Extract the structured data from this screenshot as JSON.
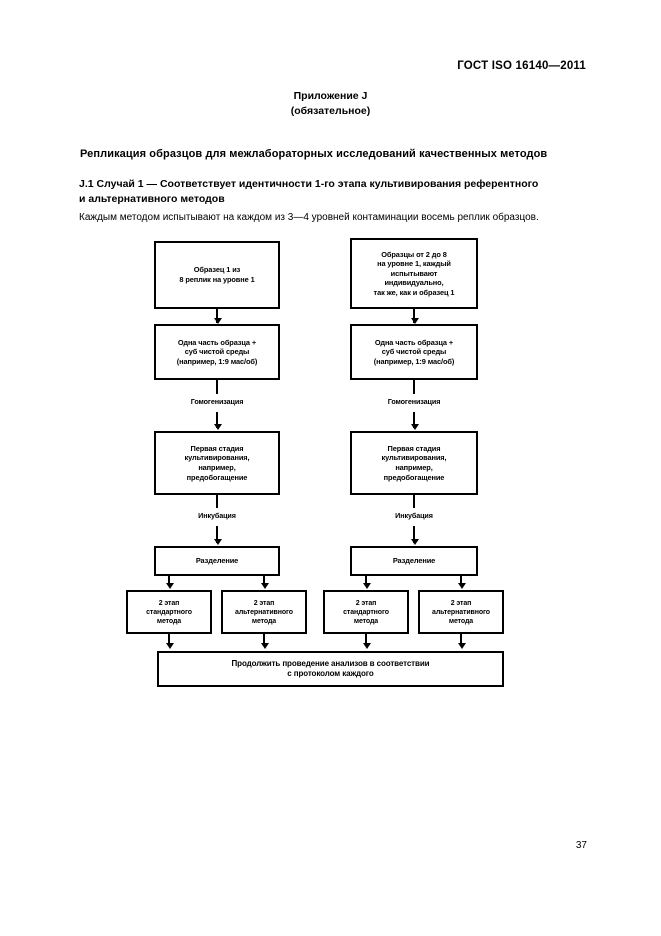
{
  "header": {
    "standard": "ГОСТ ISO 16140—2011"
  },
  "annex": {
    "title": "Приложение J",
    "subtitle": "(обязательное)"
  },
  "main_heading": "Репликация образцов для межлабораторных исследований качественных методов",
  "clause": {
    "line1": "J.1  Случай 1 — Соответствует идентичности 1-го этапа культивирования референтного",
    "line2": "и альтернативного методов"
  },
  "intro": "Каждым методом испытывают на каждом из 3—4  уровней контаминации восемь реплик образцов.",
  "flowchart": {
    "left": {
      "sample": "Образец 1 из\n8 реплик на уровне 1",
      "dilution": "Одна часть образца +\nсуб чистой среды\n(например, 1:9 мас/об)",
      "label_homogenization": "Гомогенизация",
      "culture": "Первая стадия\nкультивирования,\nнапример,\nпредобогащение",
      "label_incubation": "Инкубация",
      "split": "Разделение",
      "branch_standard": "2 этап\nстандартного\nметода",
      "branch_alternative": "2 этап\nальтернативного\nметода"
    },
    "right": {
      "sample": "Образцы от 2 до 8\nна уровне 1, каждый\nиспытывают\nиндивидуально,\nтак же, как и образец 1",
      "dilution": "Одна часть образца +\nсуб чистой среды\n(например, 1:9 мас/об)",
      "label_homogenization": "Гомогенизация",
      "culture": "Первая стадия\nкультивирования,\nнапример,\nпредобогащение",
      "label_incubation": "Инкубация",
      "split": "Разделение",
      "branch_standard": "2 этап\nстандартного\nметода",
      "branch_alternative": "2 этап\nальтернативного\nметода"
    },
    "footer_box": "Продолжить проведение анализов в соответствии\nс протоколом каждого"
  },
  "page_number": "37"
}
